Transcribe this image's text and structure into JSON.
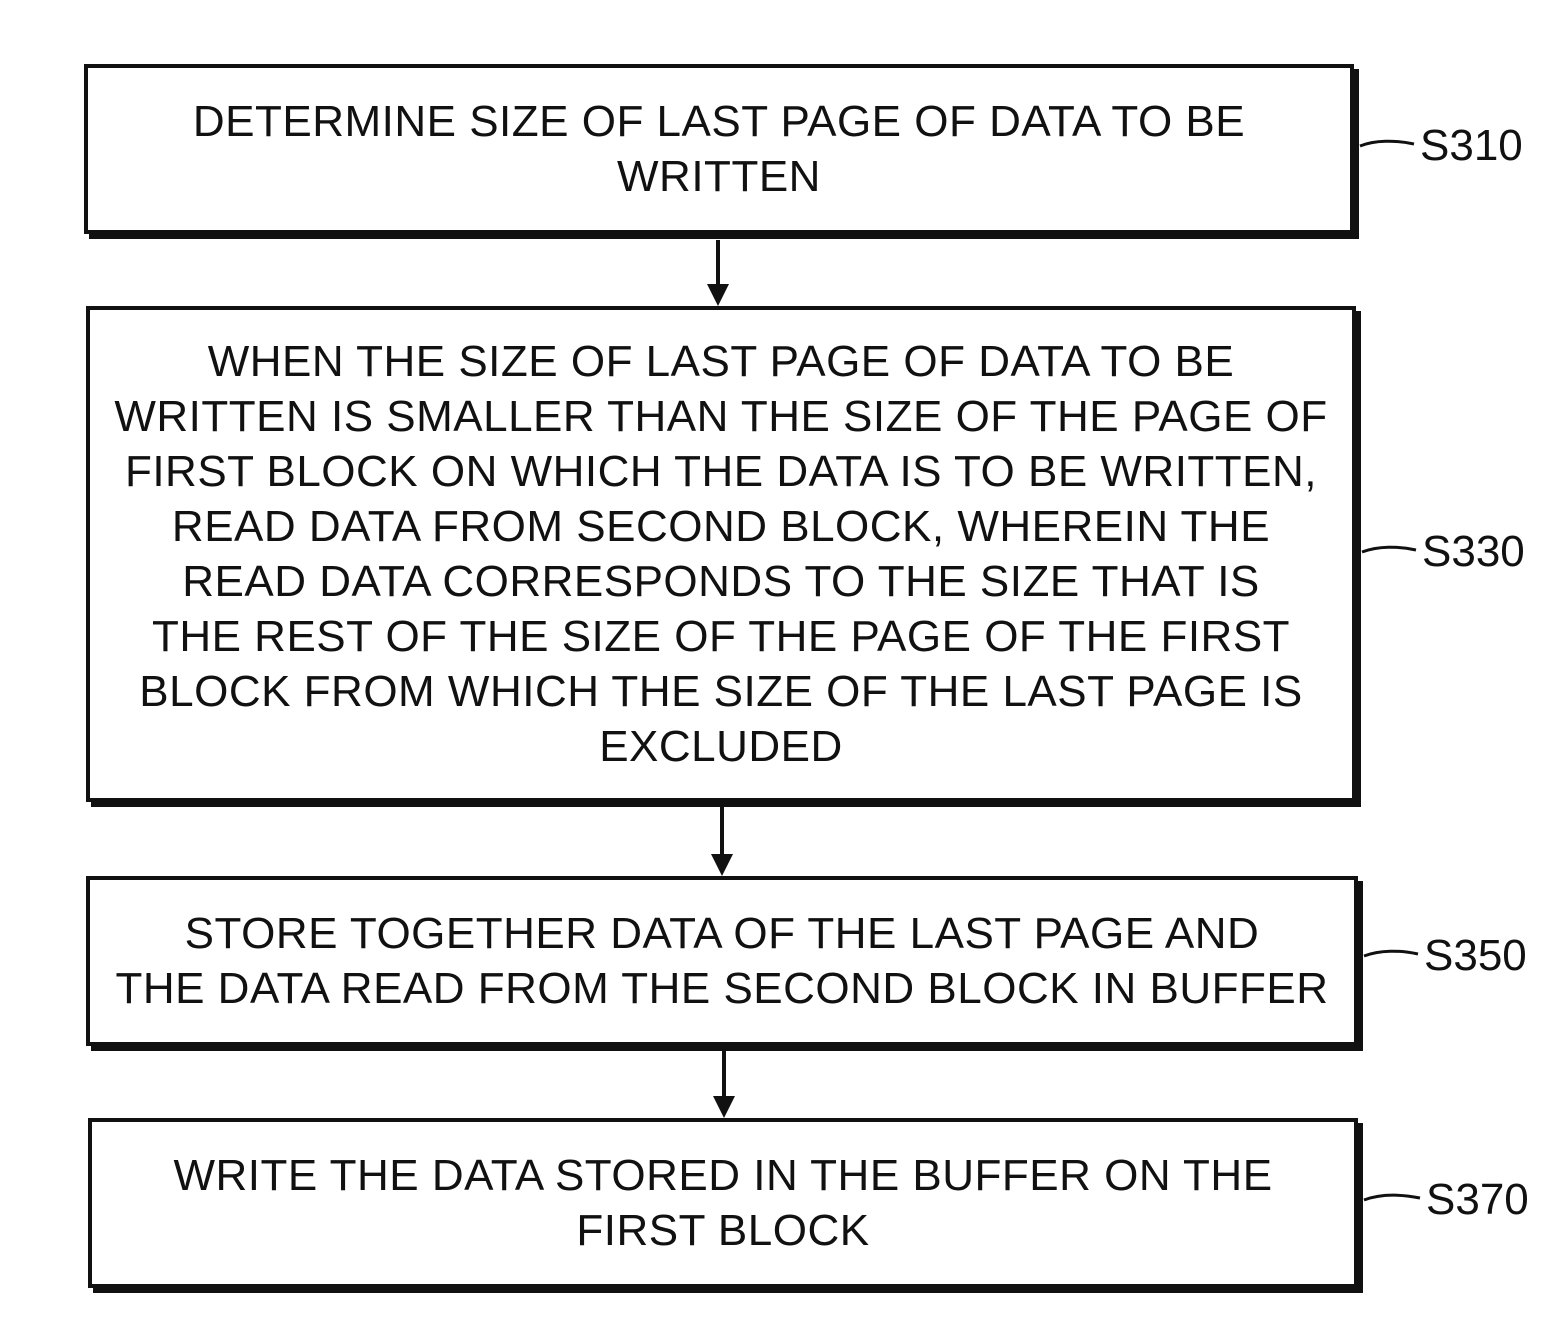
{
  "diagram": {
    "steps": [
      {
        "id": "S310",
        "label": "S310",
        "text": "DETERMINE SIZE OF LAST PAGE OF DATA TO BE\nWRITTEN"
      },
      {
        "id": "S330",
        "label": "S330",
        "text": "WHEN THE SIZE OF LAST PAGE OF DATA TO BE\nWRITTEN IS SMALLER THAN THE SIZE OF THE PAGE OF\nFIRST BLOCK ON WHICH THE DATA IS TO BE WRITTEN,\nREAD DATA FROM SECOND BLOCK, WHEREIN THE\nREAD DATA CORRESPONDS TO THE SIZE THAT IS\nTHE REST OF THE SIZE OF THE PAGE OF THE FIRST\nBLOCK FROM WHICH THE SIZE OF THE LAST PAGE IS\nEXCLUDED"
      },
      {
        "id": "S350",
        "label": "S350",
        "text": "STORE TOGETHER DATA OF THE LAST PAGE AND\nTHE DATA READ FROM THE SECOND BLOCK IN BUFFER"
      },
      {
        "id": "S370",
        "label": "S370",
        "text": "WRITE THE DATA STORED IN THE BUFFER ON THE\nFIRST BLOCK"
      }
    ]
  }
}
